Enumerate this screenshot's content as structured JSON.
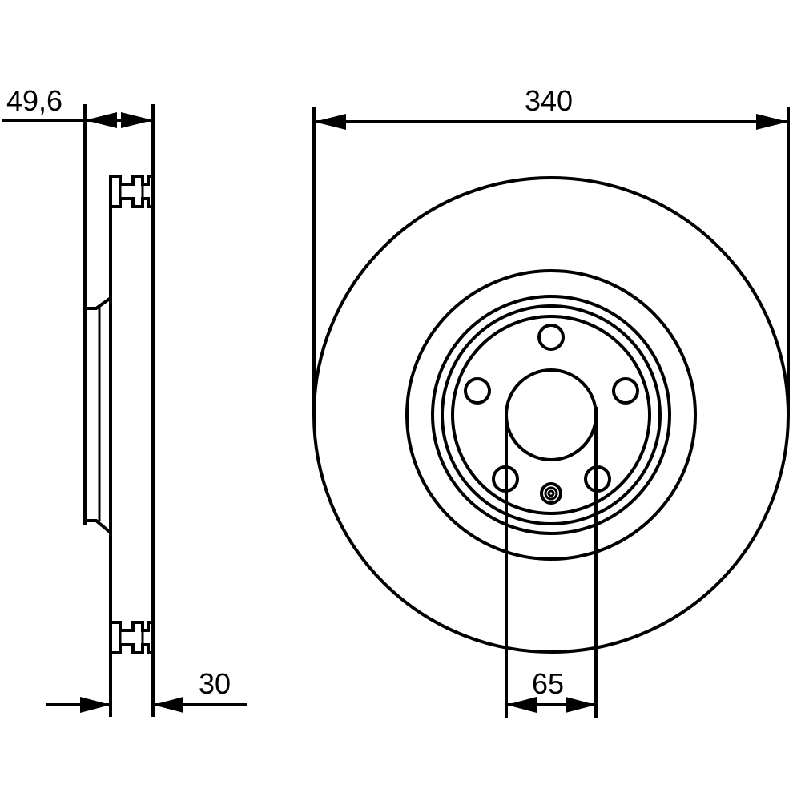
{
  "drawing": {
    "dim_thickness": "49,6",
    "dim_diameter": "340",
    "dim_disc_width": "30",
    "dim_center_bore": "65"
  }
}
